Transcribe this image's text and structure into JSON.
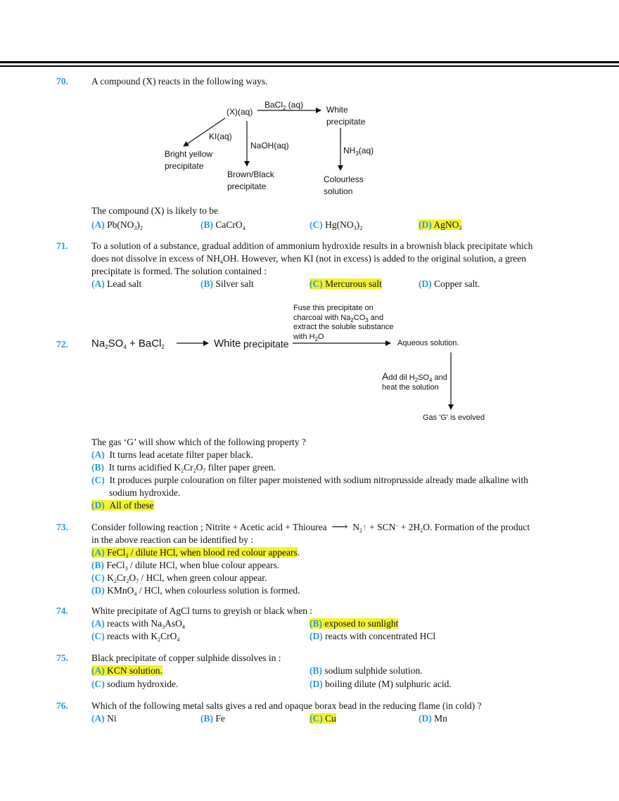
{
  "q70": {
    "num": "70.",
    "text": "A compound (X) reacts in the following ways.",
    "diagram": {
      "center": "(X)(aq)",
      "bacl_pre": "BaCl",
      "bacl_sub": "2",
      "bacl_post": " (aq)",
      "white_l1": "White",
      "white_l2": "precipitate",
      "ki": "KI(aq)",
      "naoh": "NaOH(aq)",
      "nh_pre": "NH",
      "nh_sub": "3",
      "nh_post": "(aq)",
      "by_l1": "Bright yellow",
      "by_l2": "precipitate",
      "bb_l1": "Brown/Black",
      "bb_l2": "precipitate",
      "cl_l1": "Colourless",
      "cl_l2": "solution"
    },
    "question": "The compound (X) is likely to be",
    "options": [
      {
        "letter": "(A)",
        "text": "Pb(NO",
        "sub": "3",
        "tail": ")",
        "sub2": "2"
      },
      {
        "letter": "(B)",
        "text": "CaCrO",
        "sub": "4",
        "tail": "",
        "sub2": ""
      },
      {
        "letter": "(C)",
        "text": "Hg(NO",
        "sub": "3",
        "tail": ")",
        "sub2": "2"
      },
      {
        "letter": "(D)",
        "text": "AgNO",
        "sub": "3",
        "tail": "",
        "sub2": ""
      }
    ]
  },
  "q71": {
    "num": "71.",
    "line1": "To a solution of a substance, gradual addition of ammonium hydroxide results in a brownish black  precipitate which",
    "line2_pre": "does not dissolve in excess of NH",
    "line2_sub": "4",
    "line2_post": "OH. However, when KI (not  in excess) is added to the original solution, a green",
    "line3": "precipitate is formed. The solution contained :",
    "options": [
      {
        "letter": "(A)",
        "text": "Lead salt"
      },
      {
        "letter": "(B)",
        "text": "Silver salt"
      },
      {
        "letter": "(C)",
        "text": "Mercurous salt"
      },
      {
        "letter": "(D)",
        "text": "Copper salt."
      }
    ]
  },
  "q72": {
    "num": "72.",
    "eq_na": "Na",
    "eq_na_sub": "2",
    "eq_so": "SO",
    "eq_so_sub": "4",
    "eq_plus": "+  BaCl",
    "eq_ba_sub": "2",
    "white": "White",
    "precipitate": "precipitate",
    "fuse_l1": "Fuse this precipitate on",
    "fuse_l2_pre": "charcoal with Na",
    "fuse_l2_sub": "2",
    "fuse_l2_mid": "CO",
    "fuse_l2_sub2": "3",
    "fuse_l2_post": " and",
    "fuse_l3": "extract the soluble substance",
    "fuse_l4_pre": "with H",
    "fuse_l4_sub": "2",
    "fuse_l4_post": "O",
    "aqueous": "Aqueous solution.",
    "add_big": "A",
    "add_l1_pre": "dd dil H",
    "add_l1_sub": "2",
    "add_l1_mid": "SO",
    "add_l1_sub2": "4",
    "add_l1_post": " and",
    "add_l2": "heat the solution",
    "gas": "Gas 'G' is evolved",
    "question": "The gas ‘G’ will show which of the following property ?",
    "opt_a_letter": "(A)",
    "opt_a": "It turns lead acetate filter paper black.",
    "opt_b_letter": "(B)",
    "opt_b_pre": "It turns acidified K",
    "opt_b_sub": "2",
    "opt_b_mid": "Cr",
    "opt_b_sub2": "2",
    "opt_b_mid2": "O",
    "opt_b_sub3": "7",
    "opt_b_post": " filter paper green.",
    "opt_c_letter": "(C)",
    "opt_c_l1": "It produces purple colouration on filter paper moistened with sodium nitroprusside already made alkaline with",
    "opt_c_l2": "sodium hydroxide.",
    "opt_d_letter": "(D)",
    "opt_d": "All of these"
  },
  "q73": {
    "num": "73.",
    "line1_pre": "Consider following reaction ; Nitrite + Acetic acid + Thiourea",
    "arrow": "⟶",
    "n2": "N",
    "n2_sub": "2",
    "up": "↑",
    "scn": "+ SCN",
    "scn_sup": "–",
    "h2o_pre": "+ 2H",
    "h2o_sub": "2",
    "h2o_post": "O. Formation of the product",
    "line2": "in the above reaction can be identified by :",
    "opt_a_letter": "(A)",
    "opt_a_pre": "FeCl",
    "opt_a_sub": "3",
    "opt_a_post": " / dilute HCl, when blood red colour appears",
    "opt_a_dot": ".",
    "opt_b_letter": "(B)",
    "opt_b_pre": "FeCl",
    "opt_b_sub": "3",
    "opt_b_post": " / dilute HCl, when blue colour appears.",
    "opt_c_letter": "(C)",
    "opt_c_k": "K",
    "opt_c_sub1": "2",
    "opt_c_cr": "Cr",
    "opt_c_sub2": "2",
    "opt_c_o": "O",
    "opt_c_sub3": "7",
    "opt_c_post": " / HCl, when green colour appear.",
    "opt_d_letter": "(D)",
    "opt_d_pre": "KMnO",
    "opt_d_sub": "4",
    "opt_d_post": " / HCl, when colourless solution is formed."
  },
  "q74": {
    "num": "74.",
    "text": "White precipitate of AgCl turns to greyish or black when :",
    "opt_a_letter": "(A)",
    "opt_a_pre": "reacts with Na",
    "opt_a_sub": "3",
    "opt_a_mid": "AsO",
    "opt_a_sub2": "4",
    "opt_b_letter": "(B)",
    "opt_b": "exposed to sunlight",
    "opt_c_letter": "(C)",
    "opt_c_pre": "reacts with K",
    "opt_c_sub": "2",
    "opt_c_mid": "CrO",
    "opt_c_sub2": "4",
    "opt_d_letter": "(D)",
    "opt_d": "reacts with concentrated HCl"
  },
  "q75": {
    "num": "75.",
    "text": "Black precipitate of copper sulphide dissolves in :",
    "opt_a_letter": "(A)",
    "opt_a": "KCN solution.",
    "opt_b_letter": "(B)",
    "opt_b": "sodium sulphide solution.",
    "opt_c_letter": "(C)",
    "opt_c": "sodium hydroxide.",
    "opt_d_letter": "(D)",
    "opt_d": "boiling dilute (M) sulphuric acid."
  },
  "q76": {
    "num": "76.",
    "text": "Which of the following metal salts gives a red and opaque borax bead in the reducing flame (in cold) ?",
    "options": [
      {
        "letter": "(A)",
        "text": "Ni"
      },
      {
        "letter": "(B)",
        "text": "Fe"
      },
      {
        "letter": "(C)",
        "text": "Cu"
      },
      {
        "letter": "(D)",
        "text": "Mn"
      }
    ]
  },
  "colors": {
    "number_blue": "#2a9bd8",
    "highlight": "#f3f32c"
  }
}
